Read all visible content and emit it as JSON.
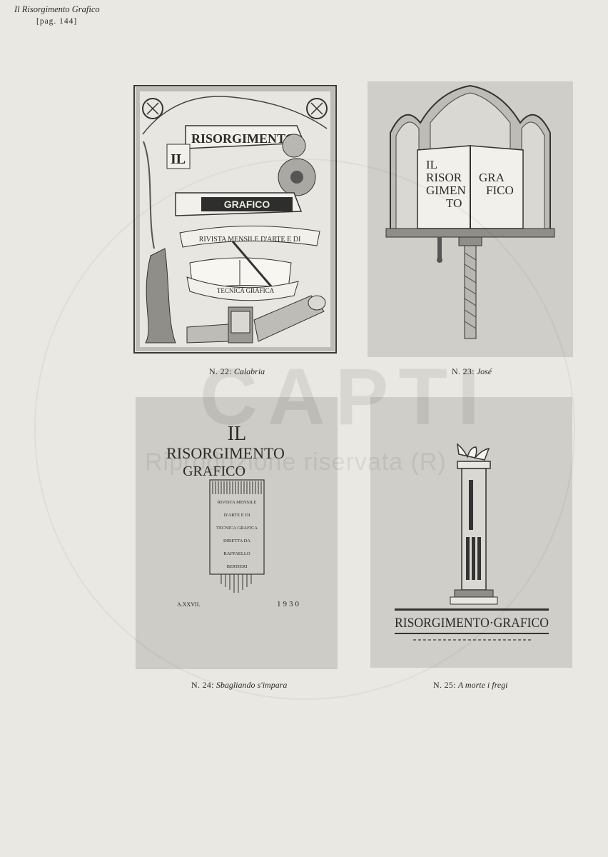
{
  "header": {
    "running_head": "Il Risorgimento Grafico",
    "page_number": "[pag. 144]"
  },
  "plates": [
    {
      "id": "22",
      "caption_number": "N. 22:",
      "caption_title": "Calabria",
      "artwork_text": {
        "banner_top": "RISORGIMENTO",
        "letter_l": "IL",
        "grafico": "GRAFICO",
        "ribbon_1": "RIVISTA MENSILE D'ARTE E DI",
        "ribbon_2": "TECNICA GRAFICA"
      }
    },
    {
      "id": "23",
      "caption_number": "N. 23:",
      "caption_title": "José",
      "artwork_text": {
        "left_page_1": "IL",
        "left_page_2": "RISOR",
        "left_page_3": "GIMEN",
        "left_page_4": "TO",
        "right_page_1": "GRA",
        "right_page_2": "FICO"
      }
    },
    {
      "id": "24",
      "caption_number": "N. 24:",
      "caption_title": "Sbagliando s'impara",
      "artwork_text": {
        "line_1": "IL",
        "line_2": "RISORGIMENTO",
        "line_3": "GRAFICO",
        "col_1": "RIVISTA MENSILE",
        "col_2": "D'ARTE E DI",
        "col_3": "TECNICA GRAFICA",
        "col_4": "DIRETTA DA",
        "col_5": "RAFFAELLO",
        "col_6": "BERTIERI",
        "volume": "A.XXVII.",
        "year": "1930"
      }
    },
    {
      "id": "25",
      "caption_number": "N. 25:",
      "caption_title": "A morte i fregi",
      "artwork_text": {
        "title": "RISORGIMENTO·GRAFICO"
      }
    }
  ],
  "watermark": {
    "logo": "CAPTI",
    "text": "Riproduzione riservata (R)"
  }
}
